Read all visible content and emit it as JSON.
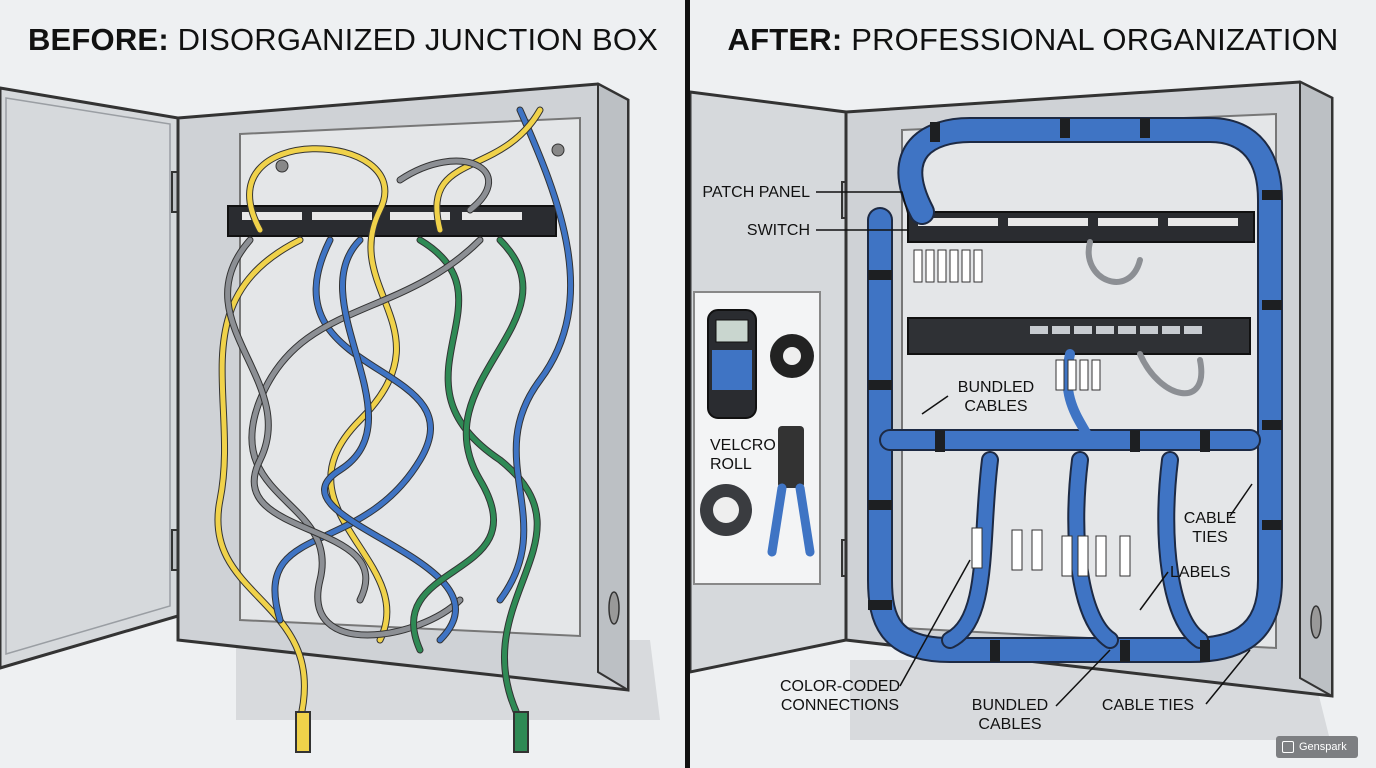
{
  "before": {
    "title_strong": "BEFORE:",
    "title_rest": "DISORGANIZED JUNCTION BOX"
  },
  "after": {
    "title_strong": "AFTER:",
    "title_rest": "PROFESSIONAL ORGANIZATION",
    "callouts": {
      "patch_panel": "PATCH PANEL",
      "switch": "SWITCH",
      "bundled_cables_top": "BUNDLED\nCABLES",
      "velcro_roll": "VELCRO\nROLL",
      "cable_ties_right": "CABLE\nTIES",
      "labels": "LABELS",
      "color_coded": "COLOR-CODED\nCONNECTIONS",
      "bundled_cables_bottom": "BUNDLED\nCABLES",
      "cable_ties_bottom": "CABLE TIES"
    }
  },
  "watermark": "Genspark",
  "colors": {
    "cable_blue": "#3f74c4",
    "cable_yellow": "#f0d24a",
    "cable_green": "#2f8a55",
    "cable_gray": "#8c8f94",
    "box_gray": "#d9dcdf",
    "tie_black": "#1d1d1f"
  },
  "icons": [
    "cable-tester-icon",
    "electrical-tape-icon",
    "velcro-roll-icon",
    "crimping-tool-icon",
    "genspark-logo-icon"
  ]
}
